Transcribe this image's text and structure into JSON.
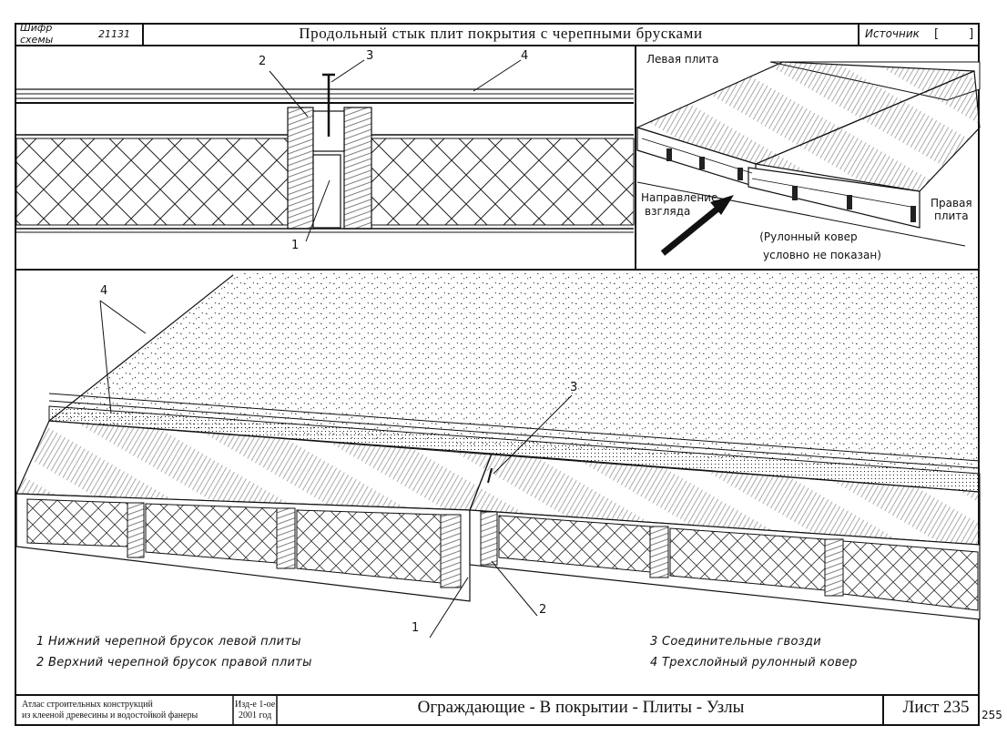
{
  "header": {
    "cipher_label": "Шифр схемы",
    "cipher_value": "21131",
    "title": "Продольный стык плит покрытия с черепными брусками",
    "source_label": "Источник",
    "source_value": "[        ]"
  },
  "top_section": {
    "callouts": [
      "2",
      "3",
      "4",
      "1"
    ]
  },
  "iso_view": {
    "left_plate": "Левая плита",
    "right_plate_line1": "Правая",
    "right_plate_line2": "плита",
    "view_direction_line1": "Направление",
    "view_direction_line2": "взгляда",
    "carpet_note_line1": "(Рулонный ковер",
    "carpet_note_line2": "условно не показан)"
  },
  "main_view": {
    "callouts": [
      "4",
      "3",
      "1",
      "2"
    ]
  },
  "legend": {
    "item1": "1  Нижний черепной брусок левой плиты",
    "item2": "2  Верхний черепной брусок правой плиты",
    "item3": "3  Соединительные гвозди",
    "item4": "4  Трехслойный рулонный ковер"
  },
  "footer": {
    "atlas_line1": "Атлас строительных конструкций",
    "atlas_line2": "из клееной древесины и водостойкой фанеры",
    "edition_line1": "Изд-е 1-ое",
    "edition_line2": "2001 год",
    "category": "Ограждающие - В покрытии - Плиты - Узлы",
    "sheet": "Лист 235",
    "page_number": "255"
  }
}
